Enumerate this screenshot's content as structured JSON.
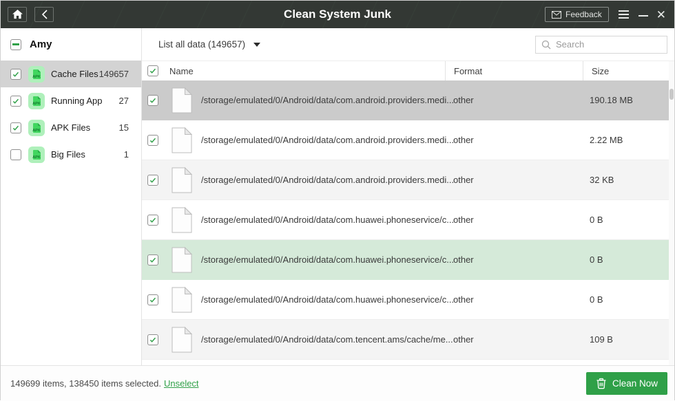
{
  "titlebar": {
    "title": "Clean System Junk",
    "feedback_label": "Feedback"
  },
  "sidebar": {
    "user": "Amy",
    "items": [
      {
        "label": "Cache Files",
        "count": "149657",
        "checked": true,
        "selected": true
      },
      {
        "label": "Running App",
        "count": "27",
        "checked": true,
        "selected": false
      },
      {
        "label": "APK Files",
        "count": "15",
        "checked": true,
        "selected": false
      },
      {
        "label": "Big Files",
        "count": "1",
        "checked": false,
        "selected": false
      }
    ],
    "icon_text": "APK"
  },
  "toolbar": {
    "filter_label": "List all data (149657)",
    "search_placeholder": "Search"
  },
  "table": {
    "columns": [
      "Name",
      "Format",
      "Size"
    ],
    "rows": [
      {
        "name": "/storage/emulated/0/Android/data/com.android.providers.medi...",
        "format": "other",
        "size": "190.18 MB",
        "state": "selected"
      },
      {
        "name": "/storage/emulated/0/Android/data/com.android.providers.medi...",
        "format": "other",
        "size": "2.22 MB",
        "state": "default"
      },
      {
        "name": "/storage/emulated/0/Android/data/com.android.providers.medi...",
        "format": "other",
        "size": "32 KB",
        "state": "alt"
      },
      {
        "name": "/storage/emulated/0/Android/data/com.huawei.phoneservice/c...",
        "format": "other",
        "size": "0 B",
        "state": "default"
      },
      {
        "name": "/storage/emulated/0/Android/data/com.huawei.phoneservice/c...",
        "format": "other",
        "size": "0 B",
        "state": "highlight"
      },
      {
        "name": "/storage/emulated/0/Android/data/com.huawei.phoneservice/c...",
        "format": "other",
        "size": "0 B",
        "state": "default"
      },
      {
        "name": "/storage/emulated/0/Android/data/com.tencent.ams/cache/me...",
        "format": "other",
        "size": "109 B",
        "state": "alt"
      }
    ]
  },
  "footer": {
    "summary": "149699 items, 138450 items selected.",
    "unselect_label": "Unselect",
    "clean_label": "Clean Now"
  },
  "colors": {
    "accent_green": "#2fa048",
    "titlebar_bg": "#333834",
    "selected_row_gray": "#cbcbcb",
    "sidebar_selected_gray": "#d3d3d3",
    "alt_row_gray": "#f4f4f4",
    "highlight_row_green": "#d5ead9",
    "apk_icon_bg": "#aff0bb",
    "apk_icon_file": "#41d65f"
  }
}
